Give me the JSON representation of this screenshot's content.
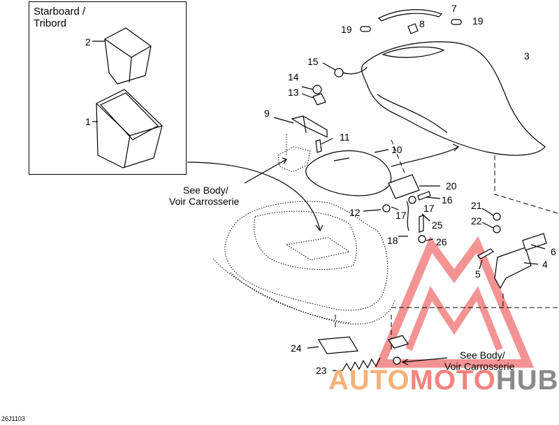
{
  "inset": {
    "title_line1": "Starboard /",
    "title_line2": "Tribord"
  },
  "callouts": {
    "see_body_left_line1": "See Body/",
    "see_body_left_line2": "Voir Carrosserie",
    "see_body_right_line1": "See Body/",
    "see_body_right_line2": "Voir Carrosserie"
  },
  "part_labels": {
    "p1": "1",
    "p2": "2",
    "p3": "3",
    "p4": "4",
    "p5": "5",
    "p6": "6",
    "p7": "7",
    "p8": "8",
    "p9": "9",
    "p10": "10",
    "p11": "11",
    "p12": "12",
    "p13": "13",
    "p14": "14",
    "p15": "15",
    "p16": "16",
    "p17a": "17",
    "p17b": "17",
    "p18": "18",
    "p19a": "19",
    "p19b": "19",
    "p20": "20",
    "p21": "21",
    "p22": "22",
    "p23": "23",
    "p24": "24",
    "p25": "25",
    "p26": "26"
  },
  "figure_code": "26J1103",
  "watermark": {
    "part1": "AUTO",
    "part2": "MOTO",
    "part3": "HUB",
    "color1": "#f6b179",
    "color2": "#f2837f",
    "color3": "#8a8a8a"
  }
}
